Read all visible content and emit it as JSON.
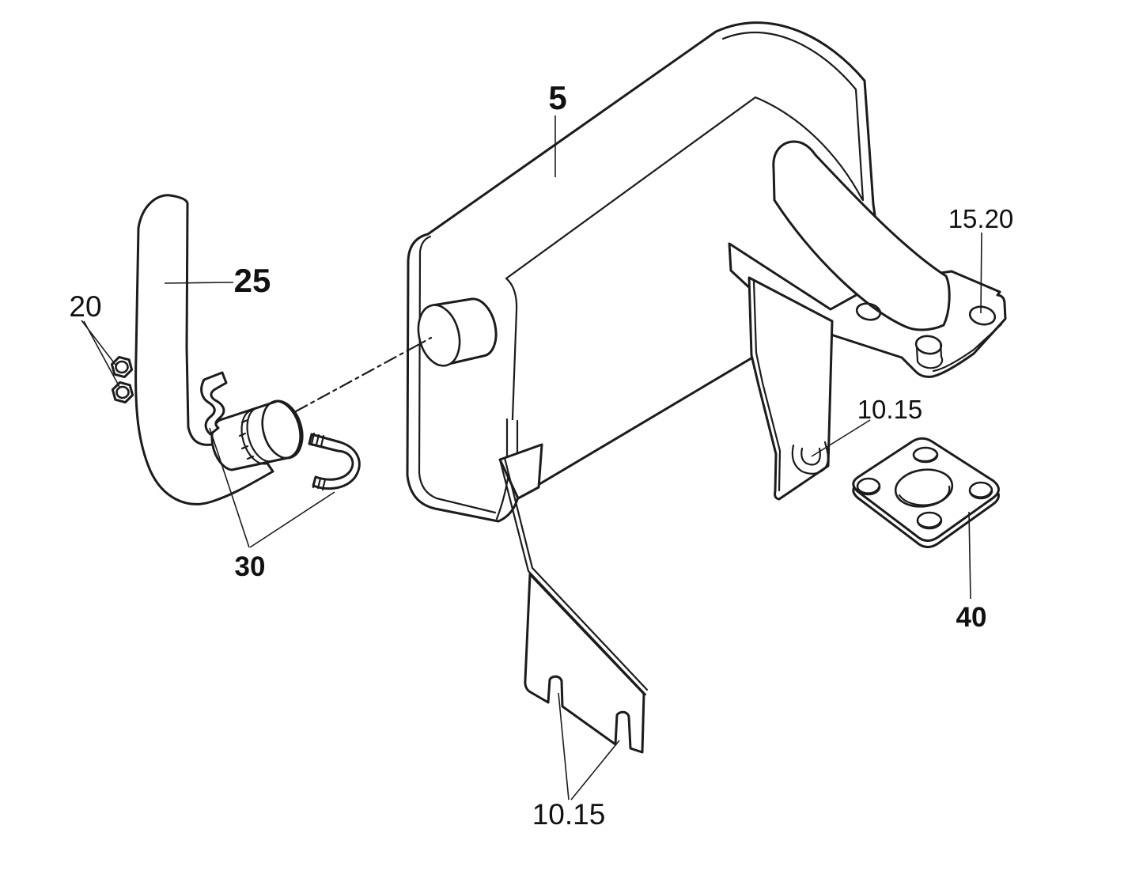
{
  "figure": {
    "kind": "exploded-parts-line-drawing",
    "background": "#ffffff",
    "line_color": "#1c1c1c"
  },
  "labels": {
    "part5": "5",
    "part25": "25",
    "part20": "20",
    "part30": "30",
    "part1520": "15.20",
    "part1015_upper": "10.15",
    "part40": "40",
    "part1015_lower": "10.15"
  }
}
